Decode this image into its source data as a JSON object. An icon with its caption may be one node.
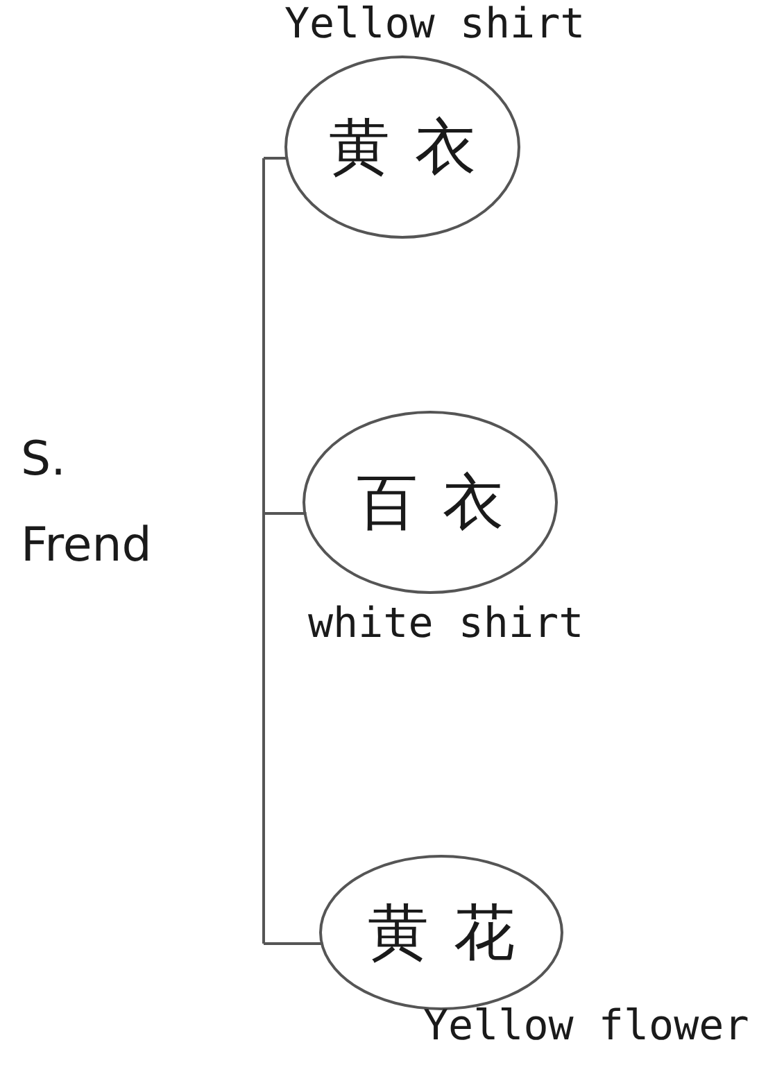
{
  "diagram": {
    "nodes": [
      {
        "text": [
          "黄衣"
        ],
        "beside": [
          "Yellow shirt"
        ]
      },
      {
        "text": [
          "百衣"
        ],
        "beside": [
          "white shirt"
        ]
      },
      {
        "text": [
          "黄花"
        ],
        "beside": [
          "Yellow flower"
        ]
      }
    ],
    "labels": [
      "S. Frend"
    ]
  }
}
